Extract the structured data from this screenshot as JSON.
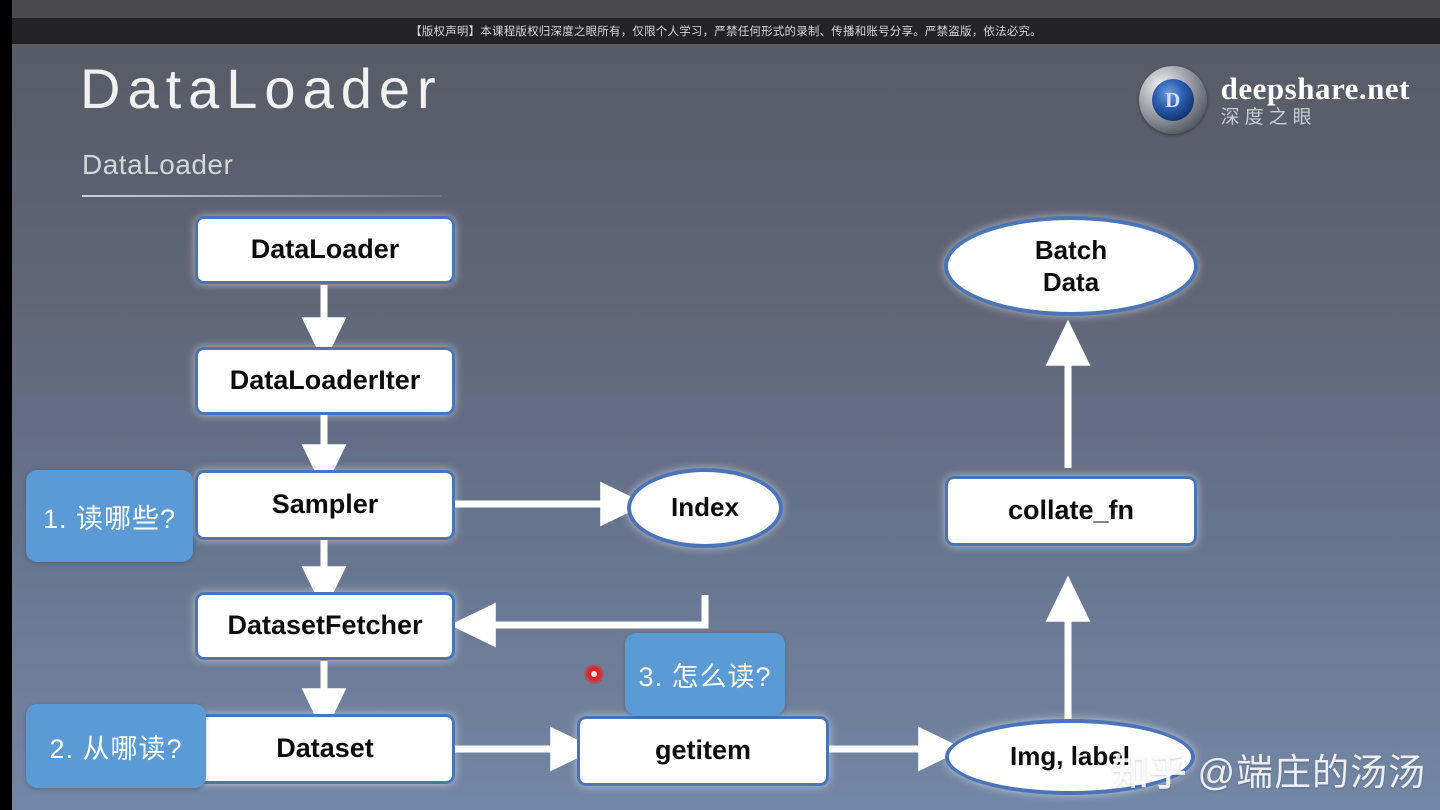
{
  "banner": {
    "copyright_text": "【版权声明】本课程版权归深度之眼所有，仅限个人学习，严禁任何形式的录制、传播和账号分享。严禁盗版，依法必究。"
  },
  "slide": {
    "title": "DataLoader",
    "subtitle": "DataLoader",
    "logo": {
      "mark_letter": "D",
      "name": "deepshare.net",
      "cn_name": "深度之眼"
    }
  },
  "diagram": {
    "type": "flowchart",
    "nodes": [
      {
        "id": "dataloader",
        "label": "DataLoader",
        "shape": "rect"
      },
      {
        "id": "dataloaderiter",
        "label": "DataLoaderIter",
        "shape": "rect"
      },
      {
        "id": "sampler",
        "label": "Sampler",
        "shape": "rect"
      },
      {
        "id": "datasetfetcher",
        "label": "DatasetFetcher",
        "shape": "rect"
      },
      {
        "id": "dataset",
        "label": "Dataset",
        "shape": "rect"
      },
      {
        "id": "index",
        "label": "Index",
        "shape": "ellipse"
      },
      {
        "id": "getitem",
        "label": "getitem",
        "shape": "rect"
      },
      {
        "id": "imglabel",
        "label": "Img, label",
        "shape": "ellipse"
      },
      {
        "id": "collate_fn",
        "label": "collate_fn",
        "shape": "rect"
      },
      {
        "id": "batchdata",
        "label": "Batch\nData",
        "shape": "ellipse",
        "line1": "Batch",
        "line2": "Data"
      }
    ],
    "tags": [
      {
        "id": "tag1",
        "label": "1. 读哪些?"
      },
      {
        "id": "tag2",
        "label": "2. 从哪读?"
      },
      {
        "id": "tag3",
        "label": "3. 怎么读?"
      }
    ],
    "edges": [
      {
        "from": "dataloader",
        "to": "dataloaderiter",
        "style": "straight-down"
      },
      {
        "from": "dataloaderiter",
        "to": "sampler",
        "style": "straight-down"
      },
      {
        "from": "sampler",
        "to": "datasetfetcher",
        "style": "straight-down"
      },
      {
        "from": "sampler",
        "to": "index",
        "style": "straight-right"
      },
      {
        "from": "index",
        "to": "datasetfetcher",
        "style": "elbow-down-left"
      },
      {
        "from": "datasetfetcher",
        "to": "dataset",
        "style": "straight-down"
      },
      {
        "from": "dataset",
        "to": "getitem",
        "style": "straight-right"
      },
      {
        "from": "getitem",
        "to": "imglabel",
        "style": "straight-right"
      },
      {
        "from": "imglabel",
        "to": "collate_fn",
        "style": "straight-up"
      },
      {
        "from": "collate_fn",
        "to": "batchdata",
        "style": "straight-up"
      }
    ],
    "colors": {
      "node_fill": "#ffffff",
      "node_border": "#4a74b8",
      "tag_fill": "#5b9bd5",
      "arrow": "#ffffff",
      "text": "#0d0d0d"
    }
  },
  "pointer": {
    "name": "laser-pointer-dot",
    "color": "#e02020"
  },
  "watermark": {
    "site": "知乎",
    "user": "@端庄的汤汤"
  }
}
